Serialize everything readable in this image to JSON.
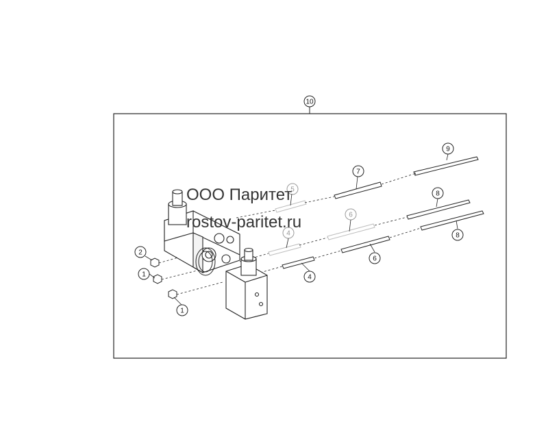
{
  "diagram": {
    "assembly_callout": "10",
    "callouts": [
      {
        "id": "c1a",
        "label": "1"
      },
      {
        "id": "c1b",
        "label": "1"
      },
      {
        "id": "c2",
        "label": "2"
      },
      {
        "id": "c4a",
        "label": "4"
      },
      {
        "id": "c4b",
        "label": "4"
      },
      {
        "id": "c5",
        "label": "5"
      },
      {
        "id": "c6a",
        "label": "6"
      },
      {
        "id": "c6b",
        "label": "6"
      },
      {
        "id": "c7",
        "label": "7"
      },
      {
        "id": "c8a",
        "label": "8"
      },
      {
        "id": "c8b",
        "label": "8"
      },
      {
        "id": "c9",
        "label": "9"
      }
    ]
  },
  "watermark": {
    "company": "ООО Паритет",
    "website": "rostov-paritet.ru"
  },
  "colors": {
    "line": "#222222",
    "faded": "#bdbdbd",
    "background": "#ffffff"
  }
}
